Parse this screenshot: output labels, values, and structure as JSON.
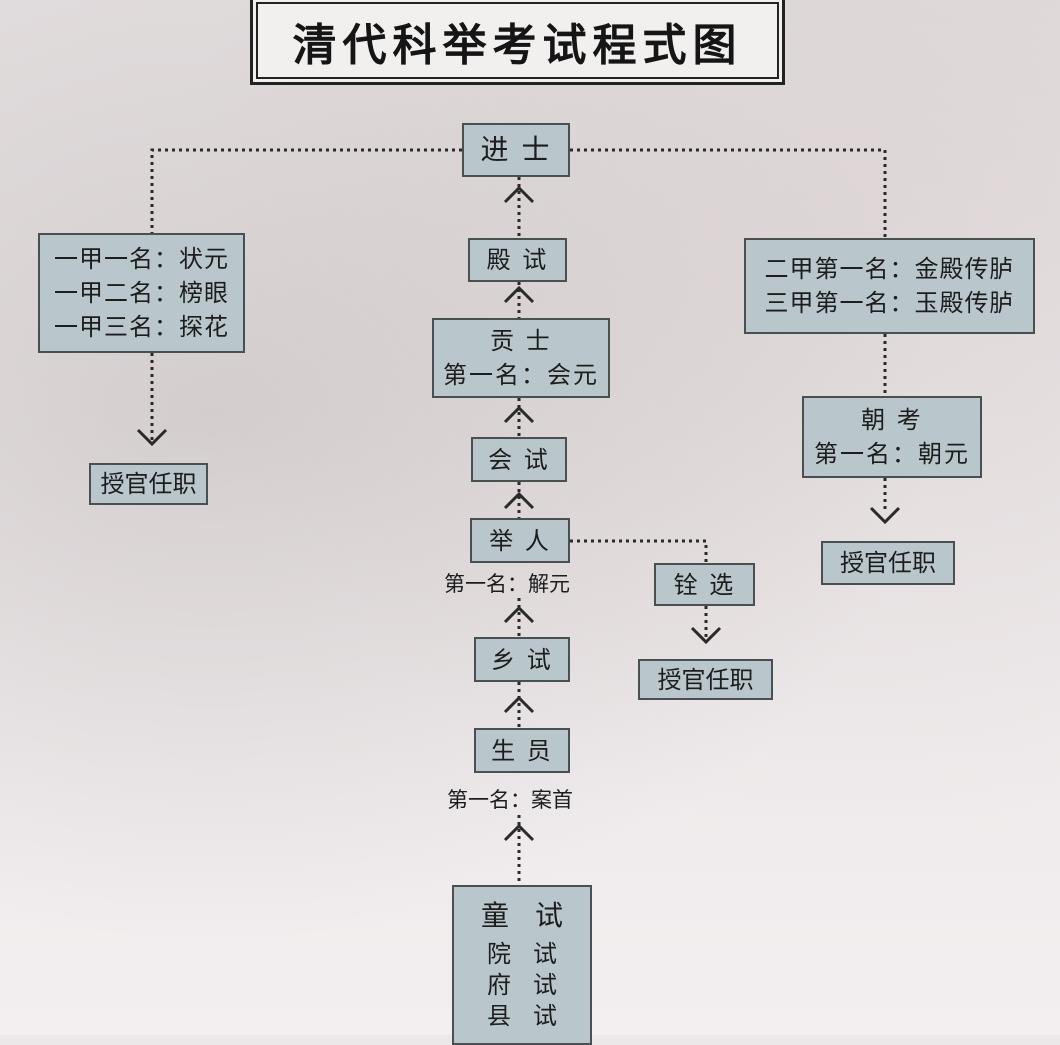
{
  "title": "清代科举考试程式图",
  "center": {
    "jinshi": "进 士",
    "dianshi": "殿 试",
    "gongshi": {
      "line1": "贡 士",
      "line2": "第一名：会元"
    },
    "huishi": "会 试",
    "juren": "举 人",
    "juren_note": "第一名：解元",
    "xiangshi": "乡 试",
    "shengyuan": "生 员",
    "shengyuan_note": "第一名：案首",
    "tongshi": {
      "title": "童试",
      "sub": [
        "院试",
        "府试",
        "县试"
      ]
    }
  },
  "left": {
    "lines": [
      "一甲一名：状元",
      "一甲二名：榜眼",
      "一甲三名：探花"
    ],
    "result": "授官任职"
  },
  "right": {
    "lines": [
      "二甲第一名：金殿传胪",
      "三甲第一名：玉殿传胪"
    ],
    "chaokao": {
      "line1": "朝 考",
      "line2": "第一名：朝元"
    },
    "result": "授官任职"
  },
  "middle": {
    "quanxuan": "铨 选",
    "result": "授官任职"
  }
}
